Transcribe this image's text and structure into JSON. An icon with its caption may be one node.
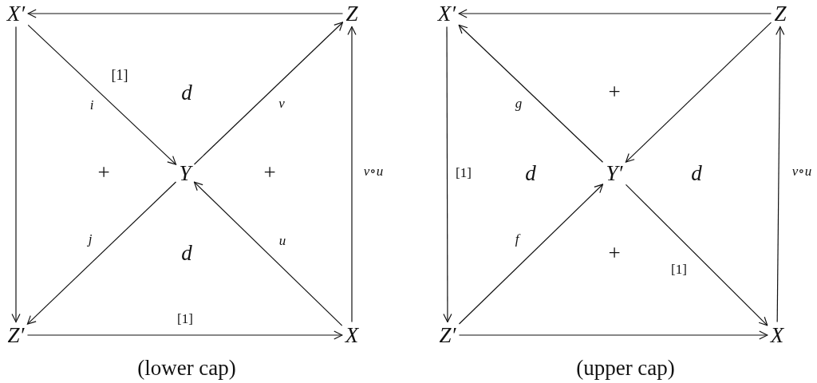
{
  "diagram": {
    "nodes": [
      {
        "text": [
          "X′"
        ]
      },
      {
        "text": [
          "Z"
        ]
      },
      {
        "text": [
          "Y"
        ]
      },
      {
        "text": [
          "Z′"
        ]
      },
      {
        "text": [
          "X"
        ]
      },
      {
        "text": [
          "X′"
        ]
      },
      {
        "text": [
          "Z"
        ]
      },
      {
        "text": [
          "Y′"
        ]
      },
      {
        "text": [
          "Z′"
        ]
      },
      {
        "text": [
          "X"
        ]
      }
    ],
    "edges": [
      {
        "from": 1,
        "to": 0,
        "arrow": "to"
      },
      {
        "from": 0,
        "to": 2,
        "arrow": "to",
        "label": "i"
      },
      {
        "from": 2,
        "to": 1,
        "arrow": "to",
        "label": "v"
      },
      {
        "from": 4,
        "to": 2,
        "arrow": "to",
        "label": "u"
      },
      {
        "from": 2,
        "to": 3,
        "arrow": "to",
        "label": "j"
      },
      {
        "from": 0,
        "to": 3,
        "arrow": "to"
      },
      {
        "from": 3,
        "to": 4,
        "arrow": "to",
        "label": "[1]"
      },
      {
        "from": 4,
        "to": 1,
        "arrow": "to",
        "label": "v∘u"
      },
      {
        "from": 6,
        "to": 5,
        "arrow": "to"
      },
      {
        "from": 7,
        "to": 5,
        "arrow": "to",
        "label": "g"
      },
      {
        "from": 6,
        "to": 7,
        "arrow": "to"
      },
      {
        "from": 5,
        "to": 8,
        "arrow": "to",
        "label": "[1]"
      },
      {
        "from": 8,
        "to": 7,
        "arrow": "to",
        "label": "f"
      },
      {
        "from": 7,
        "to": 9,
        "arrow": "to",
        "label": "[1]"
      },
      {
        "from": 8,
        "to": 9,
        "arrow": "to"
      },
      {
        "from": 9,
        "to": 6,
        "arrow": "to",
        "label": "v∘u"
      }
    ],
    "labels": [
      "[1]",
      "d",
      "+",
      "+",
      "d",
      "+",
      "d",
      "d",
      "+",
      "(lower cap)",
      "(upper cap)"
    ]
  }
}
